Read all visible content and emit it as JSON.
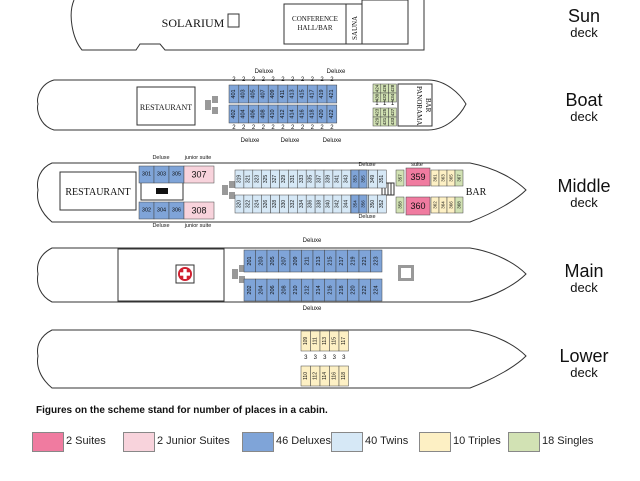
{
  "colors": {
    "suite": "#f07ba0",
    "junior_suite": "#f8d3dc",
    "deluxe": "#7fa4d8",
    "twin": "#d6e8f6",
    "triple": "#fdf0c4",
    "single": "#d2e2b4"
  },
  "decks": [
    {
      "name": "Sun",
      "word": "deck"
    },
    {
      "name": "Boat",
      "word": "deck"
    },
    {
      "name": "Middle",
      "word": "deck"
    },
    {
      "name": "Main",
      "word": "deck"
    },
    {
      "name": "Lower",
      "word": "deck"
    }
  ],
  "rooms": {
    "solarium": "SOLARIUM",
    "conference_line1": "CONFERENCE",
    "conference_line2": "HALL/BAR",
    "sauna": "SAUNA",
    "restaurant_boat": "RESTAURANT",
    "panorama_line1": "PANORAMA",
    "panorama_line2": "BAR",
    "restaurant_middle": "RESTAURANT",
    "bar_middle": "BAR"
  },
  "labels": {
    "deluxe": "Deluxe",
    "junior_suite": "junior suite",
    "suite": "suite"
  },
  "boat_deck": {
    "top_cabins": [
      "401",
      "403",
      "405",
      "407",
      "409",
      "411",
      "413",
      "415",
      "417",
      "419",
      "421"
    ],
    "bottom_cabins": [
      "402",
      "404",
      "406",
      "408",
      "410",
      "412",
      "414",
      "416",
      "418",
      "420",
      "422"
    ],
    "top_places": [
      "2",
      "2",
      "2",
      "2",
      "2",
      "2",
      "2",
      "2",
      "2",
      "2",
      "2"
    ],
    "bottom_places": [
      "2",
      "2",
      "2",
      "2",
      "2",
      "2",
      "2",
      "2",
      "2",
      "2",
      "2"
    ],
    "single_top": [
      "424",
      "426",
      "428",
      "430",
      "432",
      "434"
    ],
    "single_bottom": [
      "423",
      "425",
      "427",
      "429",
      "431",
      "433"
    ],
    "single_places": [
      "1",
      "1",
      "1"
    ]
  },
  "middle_deck": {
    "deluxe_top": [
      "301",
      "303",
      "305"
    ],
    "deluxe_bottom": [
      "302",
      "304",
      "306"
    ],
    "junior_top": "307",
    "junior_bottom": "308",
    "twin_top": [
      "319",
      "321",
      "323",
      "325",
      "327",
      "329",
      "331",
      "333",
      "335",
      "337",
      "339",
      "341",
      "343",
      "345",
      "347",
      "349",
      "351"
    ],
    "twin_bottom": [
      "320",
      "322",
      "324",
      "326",
      "328",
      "330",
      "332",
      "334",
      "336",
      "338",
      "340",
      "342",
      "344",
      "346",
      "348",
      "350",
      "352"
    ],
    "deluxe_mid_top": [
      "353",
      "355"
    ],
    "deluxe_mid_bottom": [
      "354",
      "356"
    ],
    "single_top": "357",
    "single_bottom": "358",
    "suite_top": "359",
    "suite_bottom": "360",
    "triple_top": [
      "361",
      "363",
      "365"
    ],
    "triple_bottom": [
      "362",
      "364",
      "366"
    ],
    "single_end_top": "367",
    "single_end_bottom": "368"
  },
  "main_deck": {
    "top_cabins": [
      "201",
      "203",
      "205",
      "207",
      "209",
      "211",
      "213",
      "215",
      "217",
      "219",
      "221",
      "223"
    ],
    "bottom_cabins": [
      "202",
      "204",
      "206",
      "208",
      "210",
      "212",
      "214",
      "216",
      "218",
      "220",
      "222",
      "224"
    ]
  },
  "lower_deck": {
    "top_cabins": [
      "109",
      "111",
      "113",
      "115",
      "117"
    ],
    "bottom_cabins": [
      "110",
      "112",
      "114",
      "116",
      "118"
    ],
    "places": [
      "3",
      "3",
      "3",
      "3",
      "3"
    ]
  },
  "note": "Figures on the scheme stand for number of places in a cabin.",
  "legend": [
    {
      "key": "suite",
      "label": "2 Suites"
    },
    {
      "key": "junior_suite",
      "label": "2 Junior Suites"
    },
    {
      "key": "deluxe",
      "label": "46 Deluxes"
    },
    {
      "key": "twin",
      "label": "40 Twins"
    },
    {
      "key": "triple",
      "label": "10 Triples"
    },
    {
      "key": "single",
      "label": "18 Singles"
    }
  ]
}
